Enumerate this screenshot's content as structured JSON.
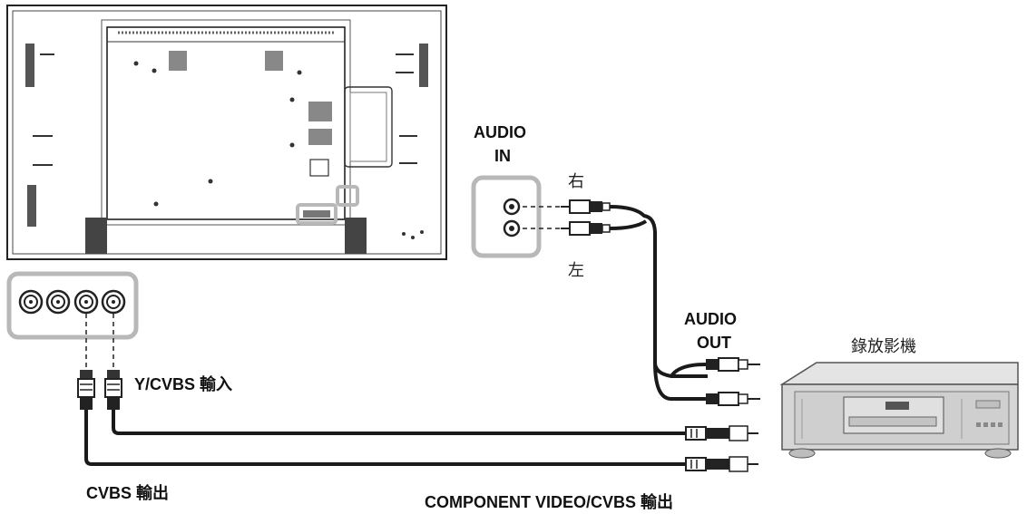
{
  "labels": {
    "audio_in_line1": "AUDIO",
    "audio_in_line2": "IN",
    "right_channel": "右",
    "left_channel": "左",
    "audio_out_line1": "AUDIO",
    "audio_out_line2": "OUT",
    "recorder": "錄放影機",
    "y_cvbs_input": "Y/CVBS 輸入",
    "cvbs_output": "CVBS 輸出",
    "component_output": "COMPONENT VIDEO/CVBS 輸出"
  },
  "colors": {
    "line": "#1a1a1a",
    "highlight_box": "#b8b8b8",
    "device_body": "#d9d9d9"
  }
}
